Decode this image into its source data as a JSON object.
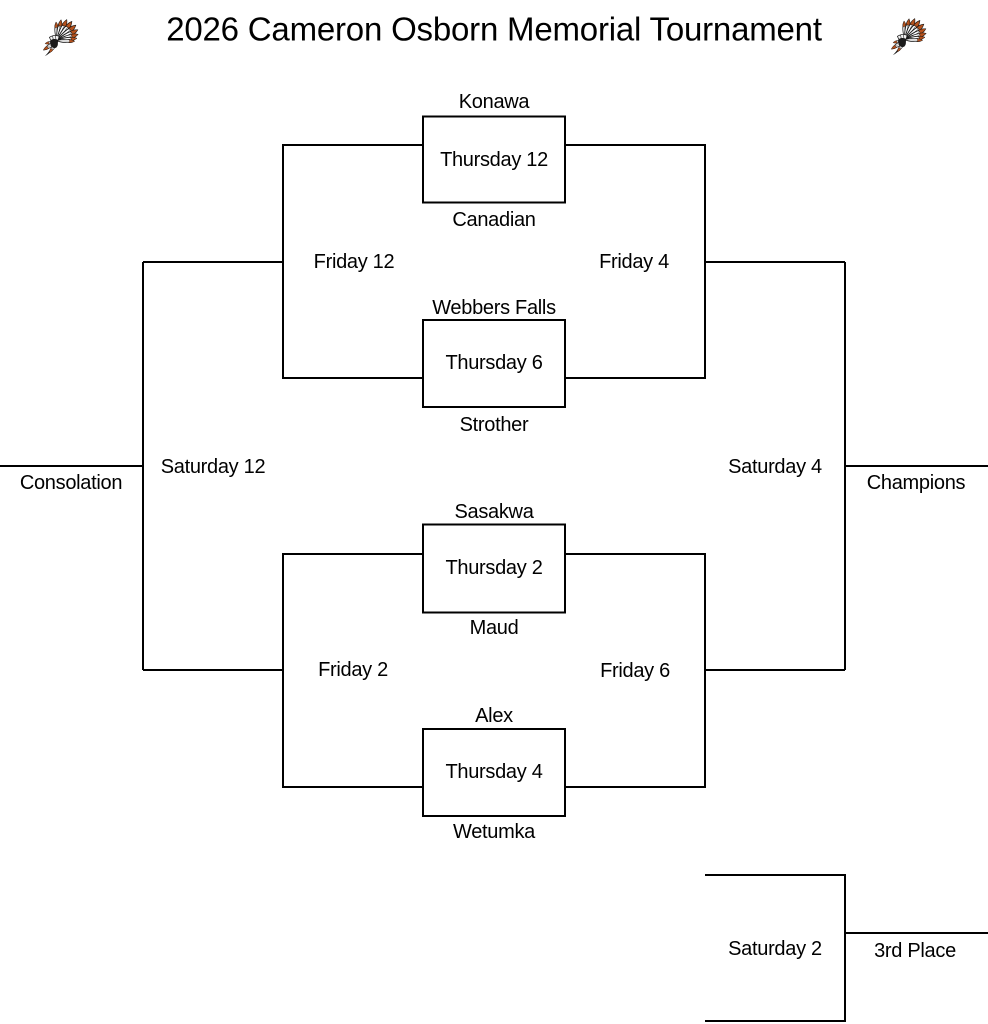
{
  "header": {
    "title": "2026 Cameron Osborn Memorial Tournament"
  },
  "games": [
    {
      "label": "Thursday 12",
      "top_team": "Konawa",
      "bottom_team": "Canadian"
    },
    {
      "label": "Thursday 6",
      "top_team": "Webbers Falls",
      "bottom_team": "Strother"
    },
    {
      "label": "Thursday 2",
      "top_team": "Sasakwa",
      "bottom_team": "Maud"
    },
    {
      "label": "Thursday 4",
      "top_team": "Alex",
      "bottom_team": "Wetumka"
    }
  ],
  "rounds": {
    "friday_12": "Friday 12",
    "friday_4": "Friday 4",
    "friday_2": "Friday 2",
    "friday_6": "Friday 6",
    "saturday_12": "Saturday 12",
    "saturday_4": "Saturday 4",
    "saturday_2": "Saturday 2"
  },
  "placements": {
    "consolation": "Consolation",
    "champions": "Champions",
    "third_place": "3rd Place"
  },
  "icons": {
    "left_logo": "headdress-mascot",
    "right_logo": "headdress-mascot"
  },
  "colors": {
    "background": "#ffffff",
    "line": "#000000",
    "text": "#000000",
    "logo_orange": "#b5521d",
    "logo_dark": "#1b1b1b",
    "logo_white": "#f8f8f8"
  }
}
